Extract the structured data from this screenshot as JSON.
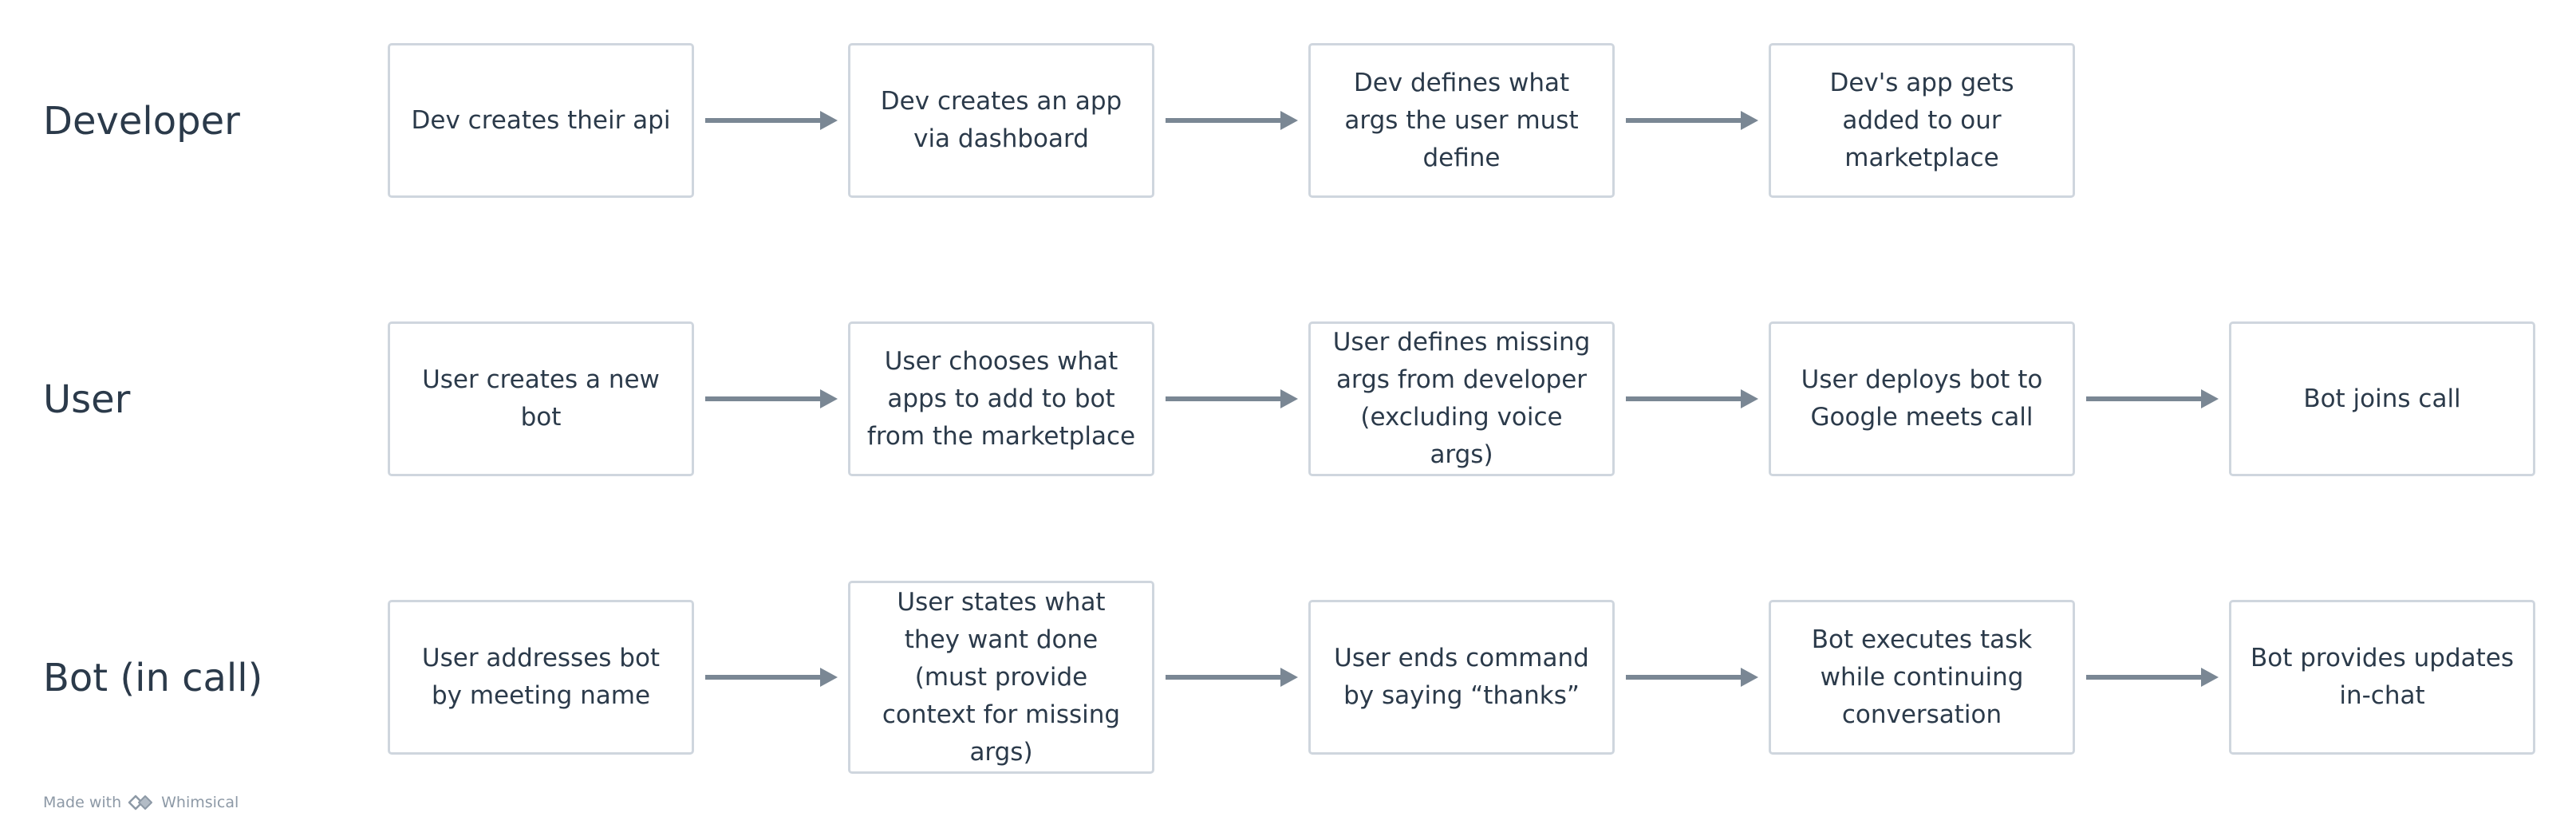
{
  "lanes": [
    {
      "label": "Developer",
      "steps": [
        "Dev creates their api",
        "Dev creates an app via dashboard",
        "Dev defines what args the user must define",
        "Dev's app gets added to our marketplace"
      ]
    },
    {
      "label": "User",
      "steps": [
        "User creates a new bot",
        "User chooses what apps to add to bot from the marketplace",
        "User defines missing args from developer (excluding voice args)",
        "User deploys bot to Google meets call",
        "Bot joins call"
      ]
    },
    {
      "label": "Bot (in call)",
      "steps": [
        "User addresses bot by meeting name",
        "User states what they want done (must provide context for missing args)",
        "User ends command by saying “thanks”",
        "Bot executes task while continuing conversation",
        "Bot provides updates in-chat"
      ]
    }
  ],
  "footer": {
    "made_with": "Made with",
    "brand": "Whimsical",
    "logo_icon": "whimsical-logo-icon"
  },
  "colors": {
    "node_border": "#cfd6de",
    "arrow": "#7a8794",
    "text": "#2b3a4a"
  }
}
